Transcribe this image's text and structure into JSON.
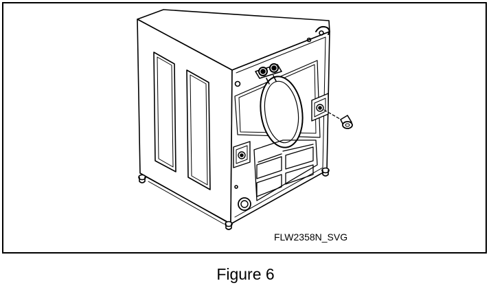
{
  "figure": {
    "code_label": "FLW2358N_SVG",
    "caption": "Figure 6"
  },
  "illustration": {
    "subject": "washer-rear-view",
    "line_color": "#000000",
    "fill_color": "#ffffff"
  }
}
